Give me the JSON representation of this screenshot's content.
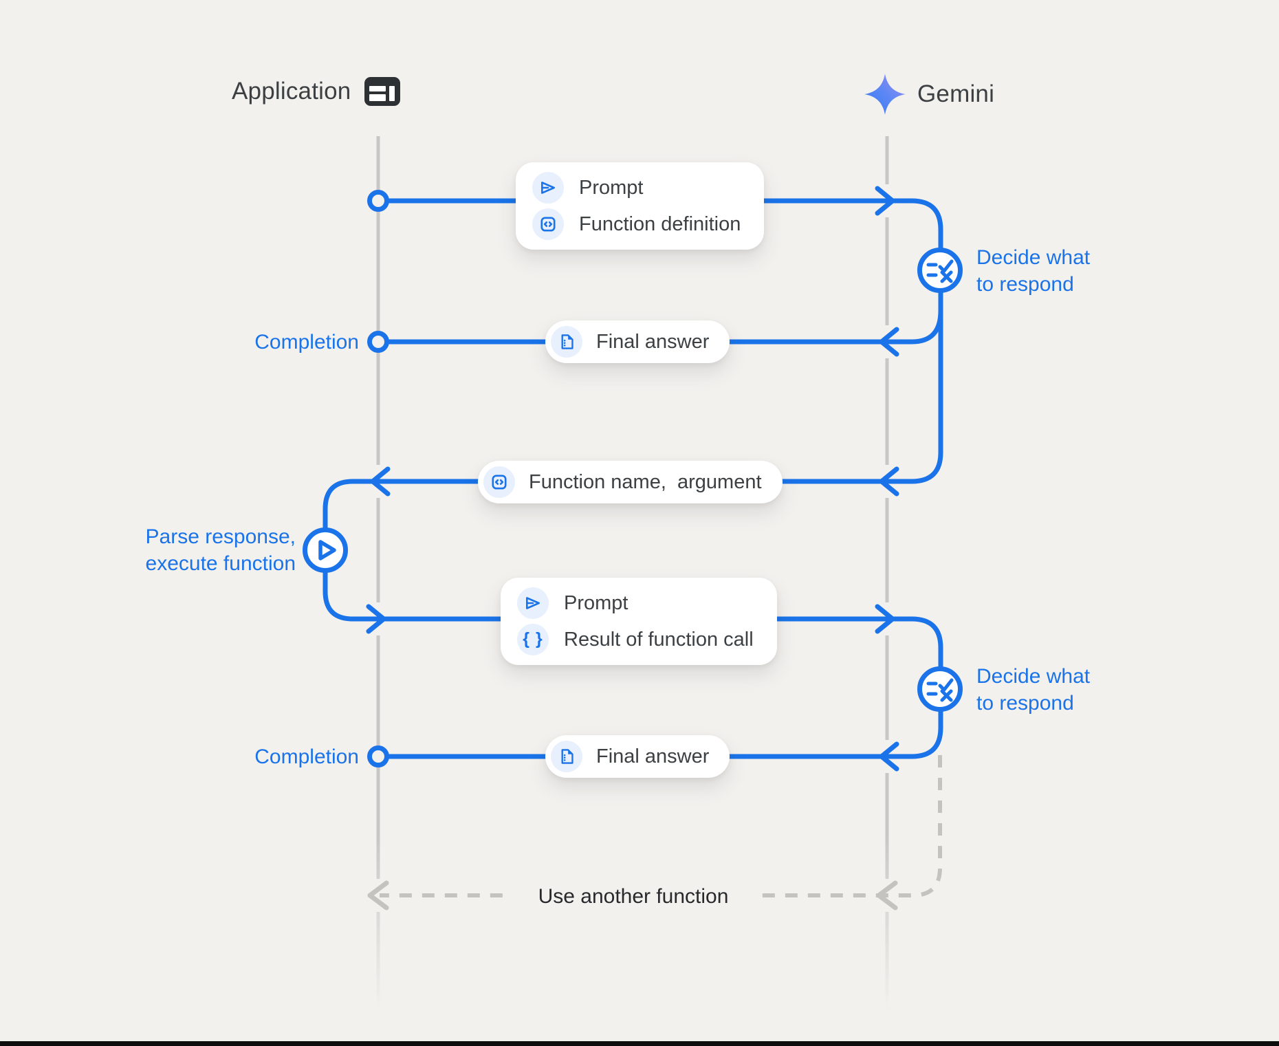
{
  "colors": {
    "background": "#f3f1ee",
    "accent_blue": "#1a73e8",
    "icon_bubble_blue": "#e8f0fe",
    "text_dark": "#3c4043",
    "lifeline_gray": "#c9c7c5",
    "dashed_gray": "#c5c3c0",
    "gemini_gradient_start": "#3677f1",
    "gemini_gradient_end": "#a18cf2"
  },
  "header": {
    "application_label": "Application",
    "gemini_label": "Gemini"
  },
  "messages": {
    "prompt_function_definition": {
      "rows": [
        {
          "icon": "send-icon",
          "label": "Prompt"
        },
        {
          "icon": "code-icon",
          "label": "Function definition"
        }
      ]
    },
    "final_answer_1": {
      "icon": "document-icon",
      "label": "Final answer"
    },
    "function_name_argument": {
      "icon": "code-icon",
      "label": "Function name,  argument"
    },
    "prompt_function_result": {
      "rows": [
        {
          "icon": "send-icon",
          "label": "Prompt"
        },
        {
          "icon": "braces-icon",
          "label": "Result of function call"
        }
      ]
    },
    "final_answer_2": {
      "icon": "document-icon",
      "label": "Final answer"
    }
  },
  "annotations": {
    "completion_1": "Completion",
    "completion_2": "Completion",
    "decide_1": {
      "line1": "Decide what",
      "line2": "to respond"
    },
    "decide_2": {
      "line1": "Decide what",
      "line2": "to respond"
    },
    "parse": {
      "line1": "Parse response,",
      "line2": "execute function"
    },
    "use_another_function": "Use another function"
  },
  "icons": {
    "braces_glyph": "{ }"
  }
}
